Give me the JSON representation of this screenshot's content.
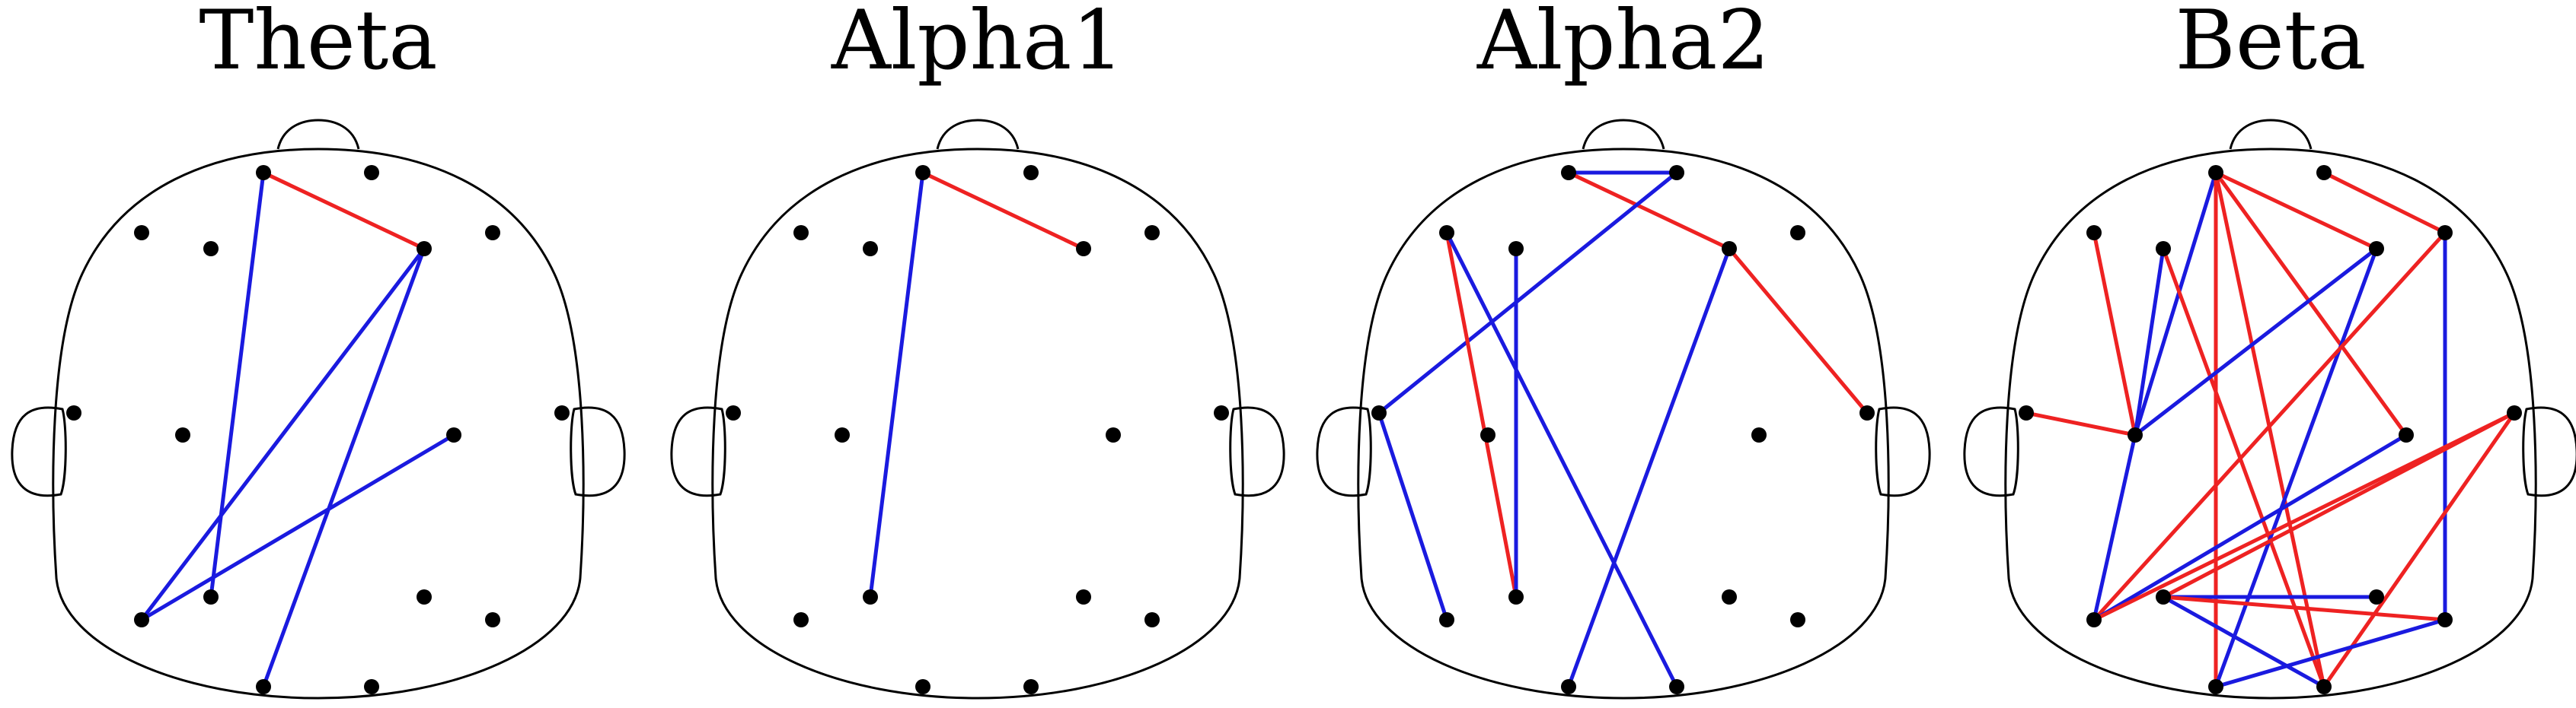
{
  "colors": {
    "red": "#ee2222",
    "blue": "#1a1adf",
    "node": "#000000",
    "outline": "#000000"
  },
  "panels": [
    {
      "title": "Theta",
      "connections": [
        {
          "from": "Fp1",
          "to": "F4",
          "color": "red"
        },
        {
          "from": "Fp1",
          "to": "P3",
          "color": "blue"
        },
        {
          "from": "F4",
          "to": "T5",
          "color": "blue"
        },
        {
          "from": "F4",
          "to": "O1",
          "color": "blue"
        },
        {
          "from": "C4",
          "to": "T5",
          "color": "blue"
        }
      ]
    },
    {
      "title": "Alpha1",
      "connections": [
        {
          "from": "Fp1",
          "to": "F4",
          "color": "red"
        },
        {
          "from": "Fp1",
          "to": "P3",
          "color": "blue"
        }
      ]
    },
    {
      "title": "Alpha2",
      "connections": [
        {
          "from": "Fp1",
          "to": "Fp2",
          "color": "blue"
        },
        {
          "from": "Fp1",
          "to": "F4",
          "color": "red"
        },
        {
          "from": "Fp2",
          "to": "T3",
          "color": "blue"
        },
        {
          "from": "F7",
          "to": "P3",
          "color": "red"
        },
        {
          "from": "F7",
          "to": "O2",
          "color": "blue"
        },
        {
          "from": "F3",
          "to": "P3",
          "color": "blue"
        },
        {
          "from": "F4",
          "to": "T4",
          "color": "red"
        },
        {
          "from": "F4",
          "to": "O1",
          "color": "blue"
        },
        {
          "from": "T3",
          "to": "T5",
          "color": "blue"
        }
      ]
    },
    {
      "title": "Beta",
      "connections": [
        {
          "from": "Fp1",
          "to": "F4",
          "color": "red"
        },
        {
          "from": "Fp1",
          "to": "C3",
          "color": "blue"
        },
        {
          "from": "Fp1",
          "to": "O1",
          "color": "red"
        },
        {
          "from": "Fp1",
          "to": "C4",
          "color": "red"
        },
        {
          "from": "Fp1",
          "to": "O2",
          "color": "red"
        },
        {
          "from": "Fp2",
          "to": "F8",
          "color": "red"
        },
        {
          "from": "F7",
          "to": "C3",
          "color": "red"
        },
        {
          "from": "F3",
          "to": "C3",
          "color": "blue"
        },
        {
          "from": "F3",
          "to": "O2",
          "color": "red"
        },
        {
          "from": "F4",
          "to": "C3",
          "color": "blue"
        },
        {
          "from": "F4",
          "to": "O1",
          "color": "blue"
        },
        {
          "from": "F8",
          "to": "T5",
          "color": "red"
        },
        {
          "from": "F8",
          "to": "T6",
          "color": "blue"
        },
        {
          "from": "T3",
          "to": "C3",
          "color": "red"
        },
        {
          "from": "C3",
          "to": "T5",
          "color": "blue"
        },
        {
          "from": "C4",
          "to": "T5",
          "color": "blue"
        },
        {
          "from": "T4",
          "to": "T5",
          "color": "red"
        },
        {
          "from": "T4",
          "to": "P3",
          "color": "red"
        },
        {
          "from": "T4",
          "to": "O2",
          "color": "red"
        },
        {
          "from": "P3",
          "to": "P4",
          "color": "blue"
        },
        {
          "from": "P3",
          "to": "O2",
          "color": "blue"
        },
        {
          "from": "P3",
          "to": "T6",
          "color": "red"
        },
        {
          "from": "T6",
          "to": "O1",
          "color": "blue"
        }
      ]
    }
  ]
}
